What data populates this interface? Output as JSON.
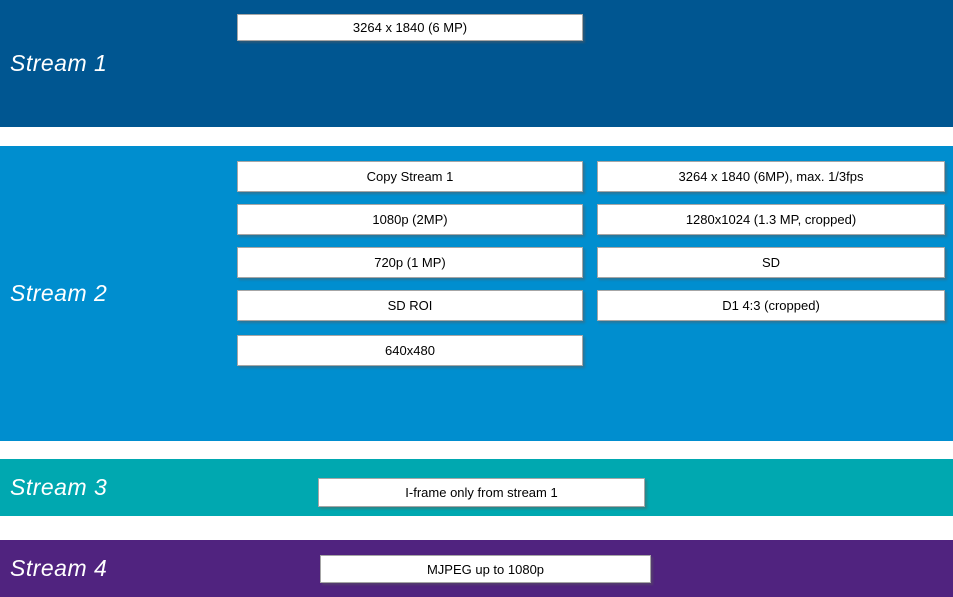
{
  "colors": {
    "stream1_band": "#005691",
    "stream2_band": "#008ECF",
    "stream3_band": "#00A8B0",
    "stream4_band": "#50237F",
    "box_background": "#ffffff",
    "box_border": "#a6a6a6",
    "label_text": "#ffffff",
    "box_text": "#000000"
  },
  "streams": [
    {
      "label": "Stream 1",
      "boxes": [
        "3264 x 1840 (6 MP)"
      ]
    },
    {
      "label": "Stream 2",
      "left_column": [
        "Copy Stream 1",
        "1080p (2MP)",
        "720p (1 MP)",
        "SD ROI",
        "640x480"
      ],
      "right_column": [
        "3264 x 1840 (6MP), max. 1/3fps",
        "1280x1024 (1.3 MP, cropped)",
        "SD",
        "D1 4:3 (cropped)"
      ]
    },
    {
      "label": "Stream 3",
      "boxes": [
        "I-frame only from stream 1"
      ]
    },
    {
      "label": "Stream 4",
      "boxes": [
        "MJPEG up to 1080p"
      ]
    }
  ]
}
